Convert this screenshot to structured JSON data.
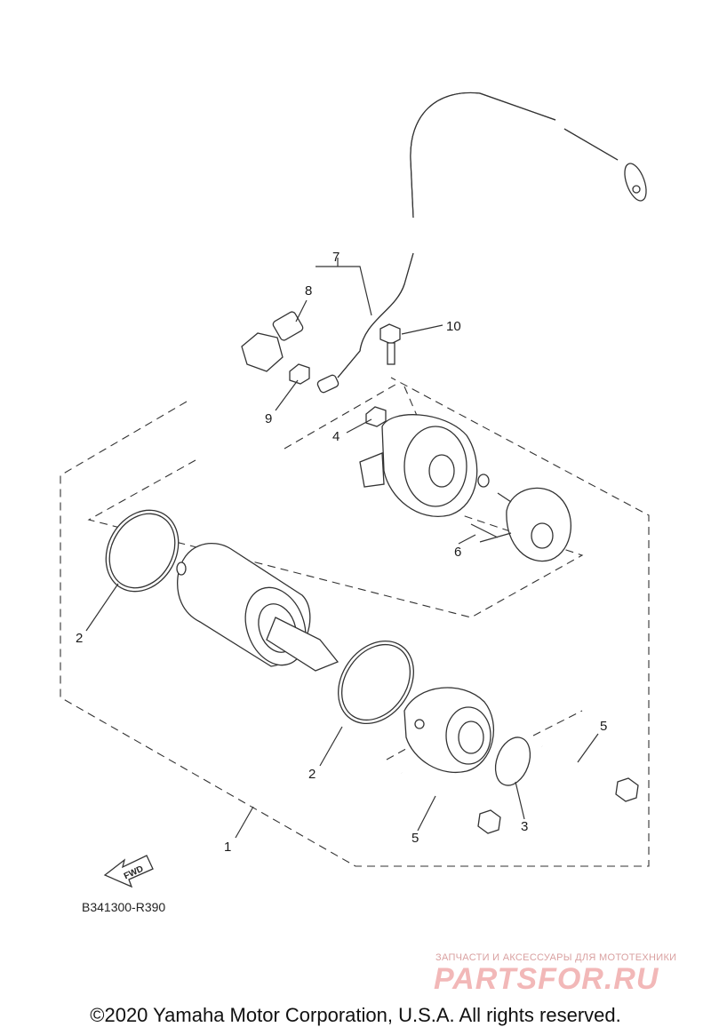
{
  "diagram": {
    "reference_code": "B341300-R390",
    "fwd_label": "FWD",
    "callouts": [
      {
        "id": "c1",
        "label": "1"
      },
      {
        "id": "c2a",
        "label": "2"
      },
      {
        "id": "c2b",
        "label": "2"
      },
      {
        "id": "c3",
        "label": "3"
      },
      {
        "id": "c4",
        "label": "4"
      },
      {
        "id": "c5a",
        "label": "5"
      },
      {
        "id": "c5b",
        "label": "5"
      },
      {
        "id": "c6",
        "label": "6"
      },
      {
        "id": "c7",
        "label": "7"
      },
      {
        "id": "c8",
        "label": "8"
      },
      {
        "id": "c9",
        "label": "9"
      },
      {
        "id": "c10",
        "label": "10"
      }
    ]
  },
  "watermark": {
    "subtitle": "ЗАПЧАСТИ И АКСЕССУАРЫ ДЛЯ МОТОТЕХНИКИ",
    "logo": "PARTSFOR.RU"
  },
  "footer": {
    "copyright": "©2020 Yamaha Motor Corporation, U.S.A. All rights reserved."
  }
}
